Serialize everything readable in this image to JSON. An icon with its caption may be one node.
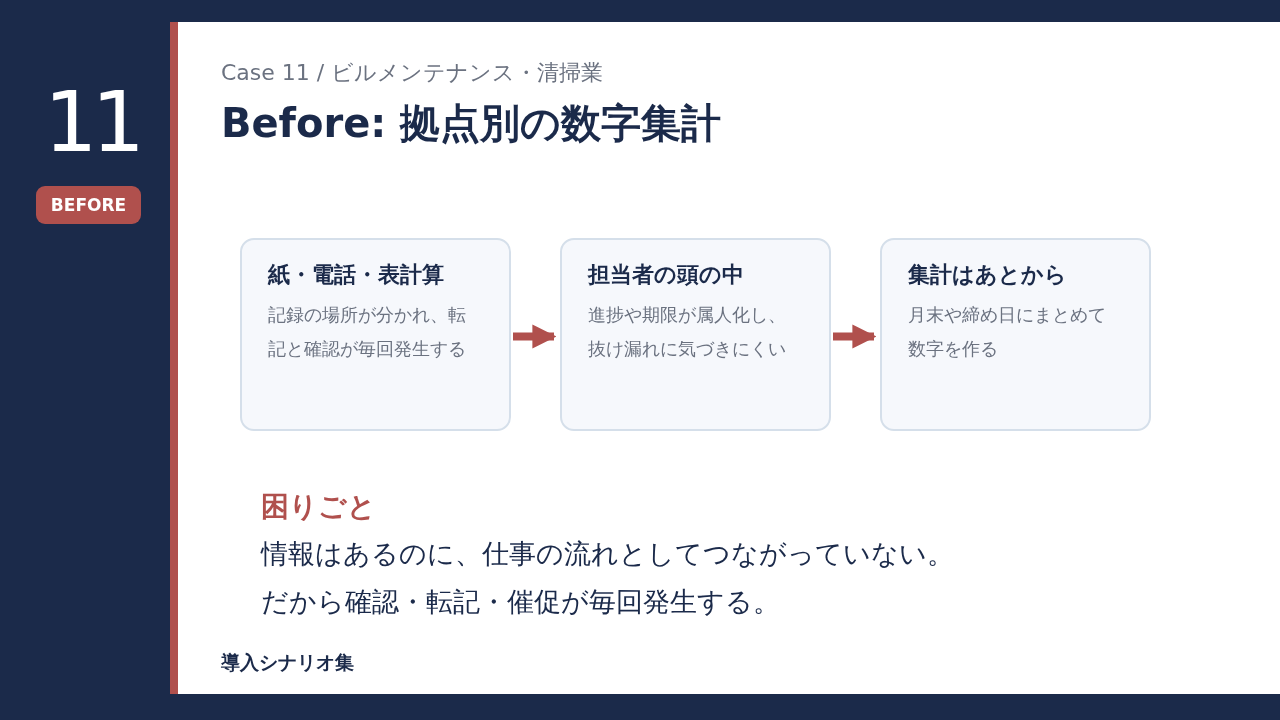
{
  "diagram": {
    "title": "Before: 拠点別の数字集計",
    "nodes": [
      {
        "text": [
          "紙・電話・表計算",
          "記録の場所が分かれ、転記と確認が毎回発生する"
        ]
      },
      {
        "text": [
          "担当者の頭の中",
          "進捗や期限が属人化し、抜け漏れに気づきにくい"
        ]
      },
      {
        "text": [
          "集計はあとから",
          "月末や締め日にまとめて数字を作る"
        ]
      }
    ],
    "edges": [
      {
        "from": 0,
        "to": 1,
        "arrow": "to"
      },
      {
        "from": 1,
        "to": 2,
        "arrow": "to"
      }
    ],
    "labels": [
      "11",
      "BEFORE",
      "Case 11 / ビルメンテナンス・清掃業",
      "困りごと",
      "情報はあるのに、仕事の流れとしてつながっていない。",
      "だから確認・転記・催促が毎回発生する。",
      "導入シナリオ集"
    ]
  }
}
